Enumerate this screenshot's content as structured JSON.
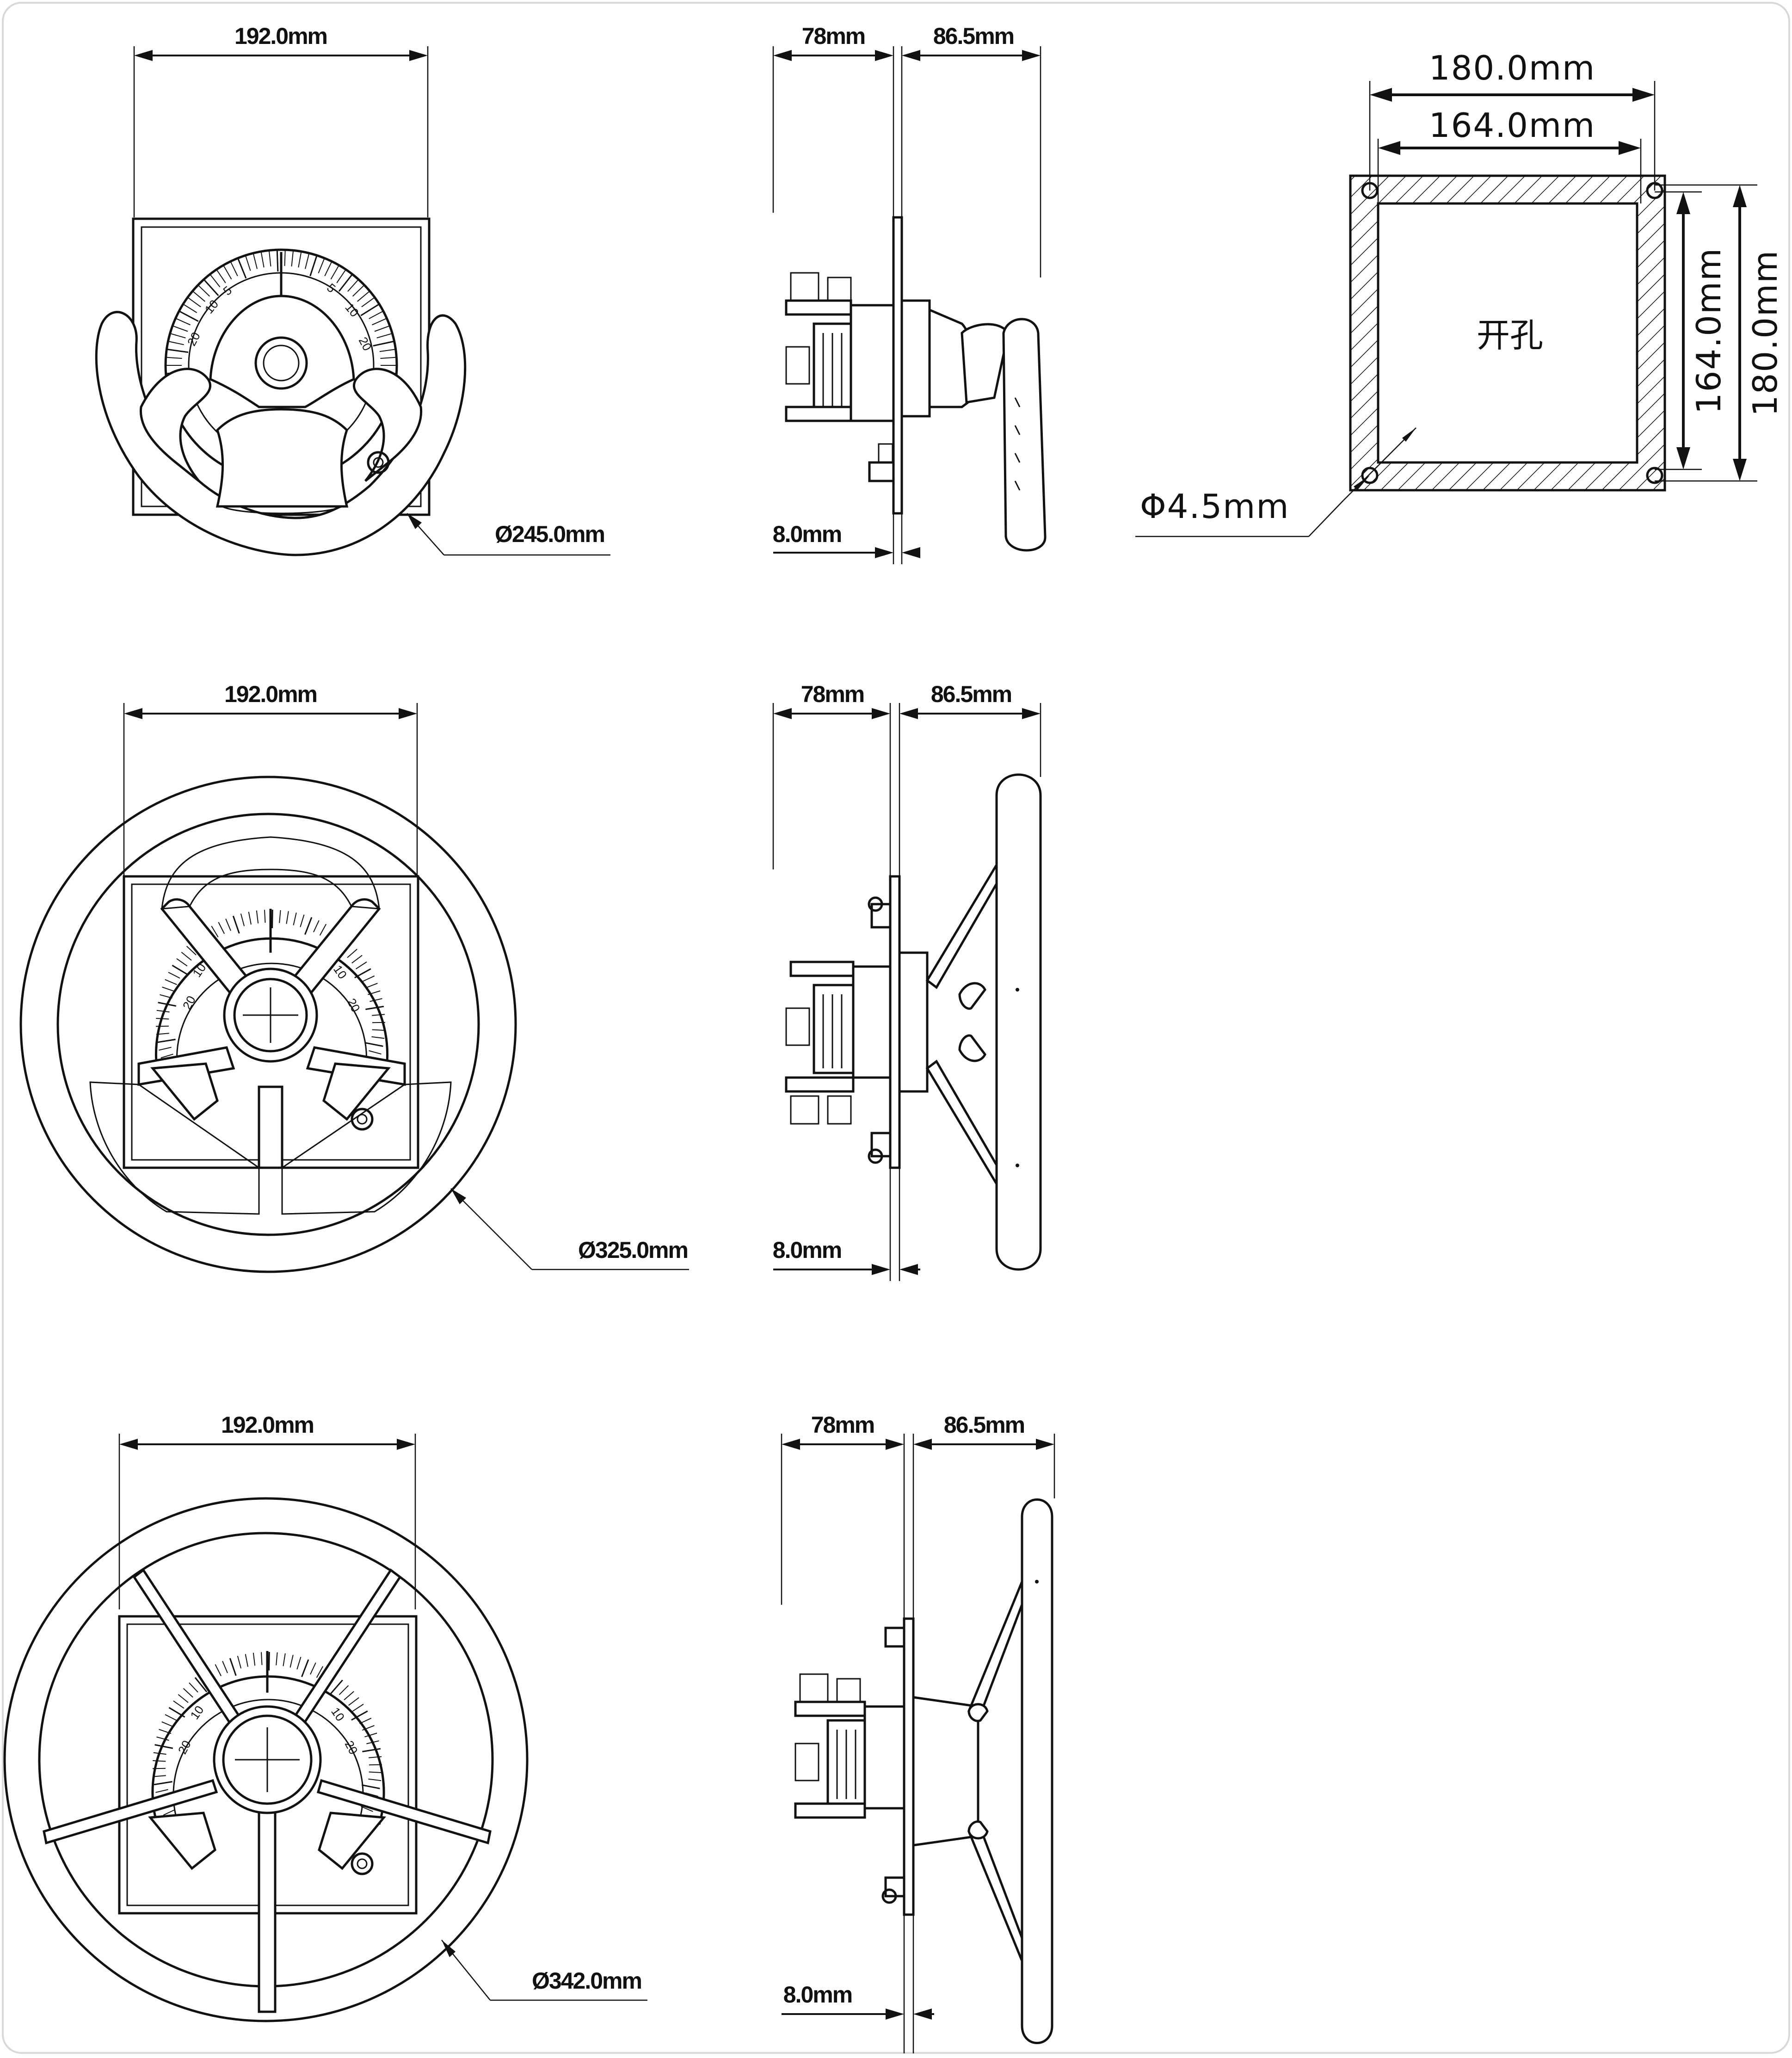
{
  "views": {
    "view1": {
      "front_width": "192.0mm",
      "side_depth_front": "78mm",
      "side_depth_rear": "86.5mm",
      "panel_thickness": "8.0mm",
      "wheel_diameter": "Ø245.0mm"
    },
    "view2": {
      "front_width": "192.0mm",
      "side_depth_front": "78mm",
      "side_depth_rear": "86.5mm",
      "panel_thickness": "8.0mm",
      "wheel_diameter": "Ø325.0mm"
    },
    "view3": {
      "front_width": "192.0mm",
      "side_depth_front": "78mm",
      "side_depth_rear": "86.5mm",
      "panel_thickness": "8.0mm",
      "wheel_diameter": "Ø342.0mm"
    }
  },
  "cutout": {
    "outer_width": "180.0mm",
    "inner_width": "164.0mm",
    "inner_height": "164.0mm",
    "outer_height": "180.0mm",
    "hole_label": "开孔",
    "hole_diameter": "Φ4.5mm"
  },
  "scale_marks": {
    "left": [
      "20",
      "10",
      "5"
    ],
    "right": [
      "5",
      "10",
      "20"
    ]
  }
}
